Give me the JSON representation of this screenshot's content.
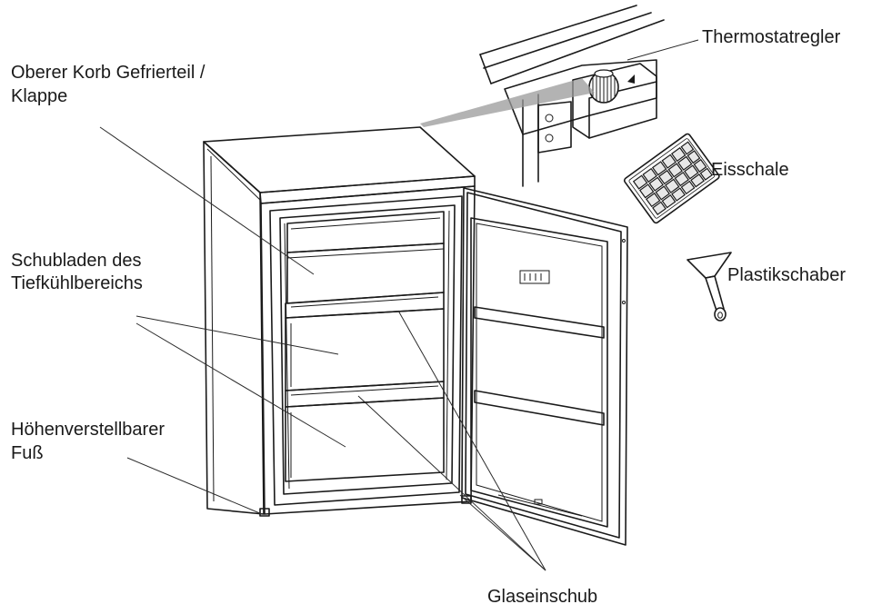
{
  "labels": {
    "upper_basket": [
      "Oberer Korb Gefrierteil /",
      "Klappe"
    ],
    "thermostat": "Thermostatregler",
    "ice_tray": "Eisschale",
    "drawers": [
      "Schubladen des",
      "Tiefkühlbereichs"
    ],
    "scraper": "Plastikschaber",
    "adjustable_foot": [
      "Höhenverstellbarer",
      "Fuß"
    ],
    "glass_shelf": "Glaseinschub"
  }
}
